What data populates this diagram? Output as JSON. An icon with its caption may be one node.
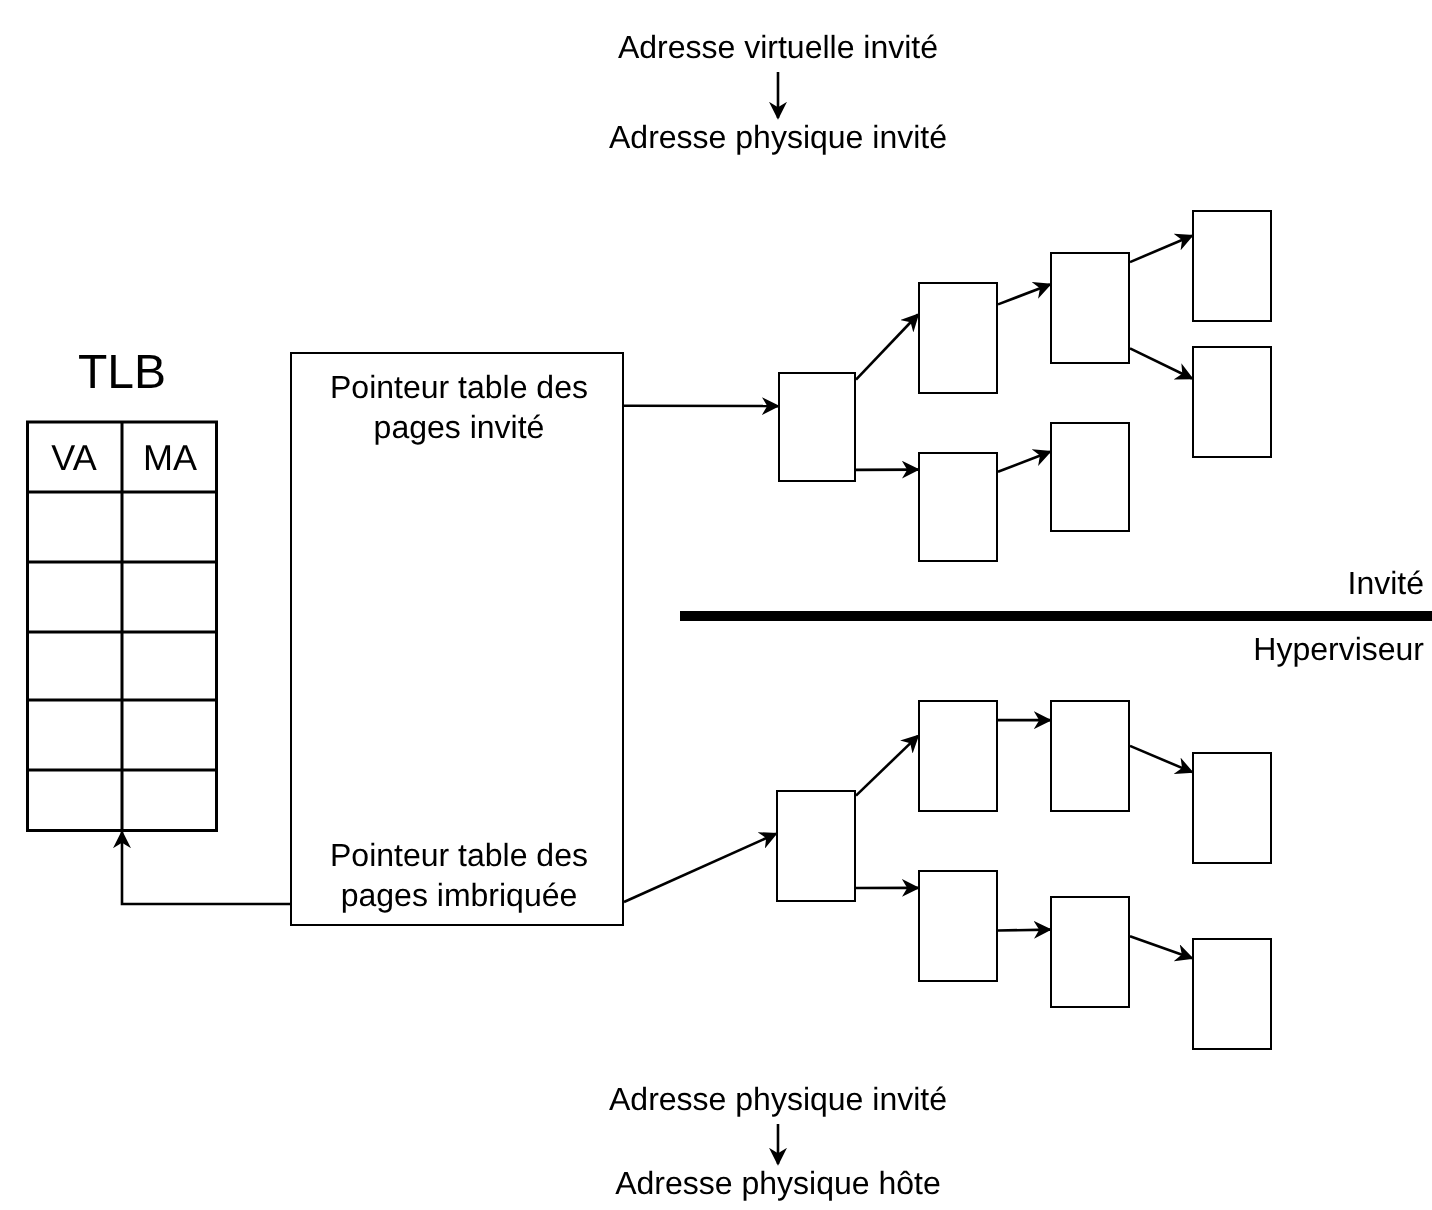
{
  "diagram": {
    "nodes": [
      {
        "text": [
          "Adresse virtuelle invité"
        ]
      },
      {
        "text": [
          "Adresse physique invité"
        ]
      },
      {
        "text": [
          "TLB",
          "VA",
          "MA"
        ]
      },
      {
        "text": [],
        "shape": "box"
      },
      {
        "text": [
          "Pointeur table des pages invité"
        ],
        "in": 3
      },
      {
        "text": [
          "Pointeur table des pages imbriquée"
        ],
        "in": 3
      },
      {
        "text": [],
        "shape": "box"
      },
      {
        "text": [],
        "shape": "box"
      },
      {
        "text": [],
        "shape": "box"
      },
      {
        "text": [],
        "shape": "box"
      },
      {
        "text": [],
        "shape": "box"
      },
      {
        "text": [],
        "shape": "box"
      },
      {
        "text": [],
        "shape": "box"
      },
      {
        "text": [],
        "shape": "box"
      },
      {
        "text": [],
        "shape": "box"
      },
      {
        "text": [],
        "shape": "box"
      },
      {
        "text": [],
        "shape": "box"
      },
      {
        "text": [],
        "shape": "box"
      },
      {
        "text": [],
        "shape": "box"
      },
      {
        "text": [],
        "shape": "box"
      },
      {
        "text": [
          "Adresse physique invité"
        ]
      },
      {
        "text": [
          "Adresse physique hôte"
        ]
      }
    ],
    "edges": [
      {
        "from": 0,
        "to": 1,
        "arrow": "to"
      },
      {
        "from": 4,
        "to": 6,
        "arrow": "to"
      },
      {
        "from": 6,
        "to": 7,
        "arrow": "to"
      },
      {
        "from": 6,
        "to": 8,
        "arrow": "to"
      },
      {
        "from": 7,
        "to": 9,
        "arrow": "to"
      },
      {
        "from": 8,
        "to": 10,
        "arrow": "to"
      },
      {
        "from": 9,
        "to": 11,
        "arrow": "to"
      },
      {
        "from": 9,
        "to": 12,
        "arrow": "to"
      },
      {
        "from": 5,
        "to": 13,
        "arrow": "to"
      },
      {
        "from": 13,
        "to": 14,
        "arrow": "to"
      },
      {
        "from": 13,
        "to": 15,
        "arrow": "to"
      },
      {
        "from": 14,
        "to": 16,
        "arrow": "to"
      },
      {
        "from": 16,
        "to": 18,
        "arrow": "to"
      },
      {
        "from": 15,
        "to": 17,
        "arrow": "to"
      },
      {
        "from": 17,
        "to": 19,
        "arrow": "to"
      },
      {
        "from": 5,
        "to": 2,
        "arrow": "to"
      },
      {
        "from": 20,
        "to": 21,
        "arrow": "to"
      }
    ],
    "labels": [
      "Invité",
      "Hyperviseur"
    ]
  }
}
